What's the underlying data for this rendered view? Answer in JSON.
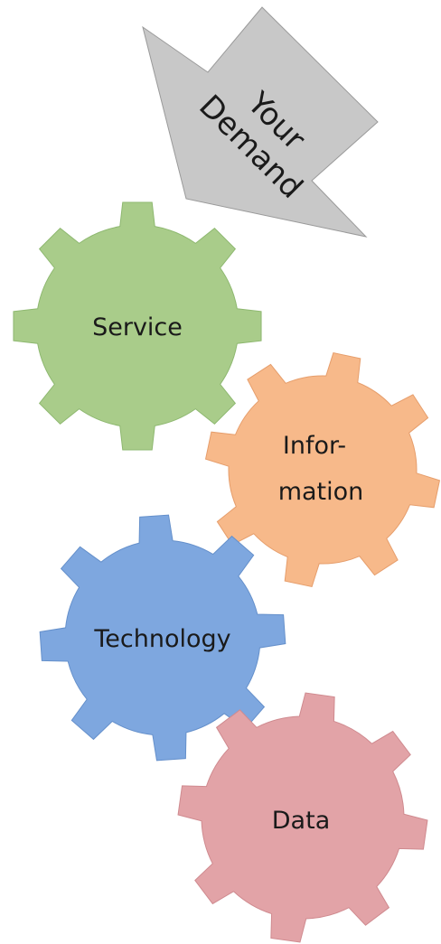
{
  "arrow": {
    "line1": "Your",
    "line2": "Demand",
    "color": "#c8c8c8",
    "stroke": "#9a9a9a"
  },
  "gears": [
    {
      "name": "service",
      "line1": "Service",
      "line2": "",
      "color": "#a9cc8a",
      "edge": "#8eb870"
    },
    {
      "name": "information",
      "line1": "Infor-",
      "line2": "mation",
      "color": "#f7b98a",
      "edge": "#e69e6c"
    },
    {
      "name": "technology",
      "line1": "Technology",
      "line2": "",
      "color": "#7ea7df",
      "edge": "#6590cb"
    },
    {
      "name": "data",
      "line1": "Data",
      "line2": "",
      "color": "#e2a3a7",
      "edge": "#cf8a8f"
    }
  ]
}
